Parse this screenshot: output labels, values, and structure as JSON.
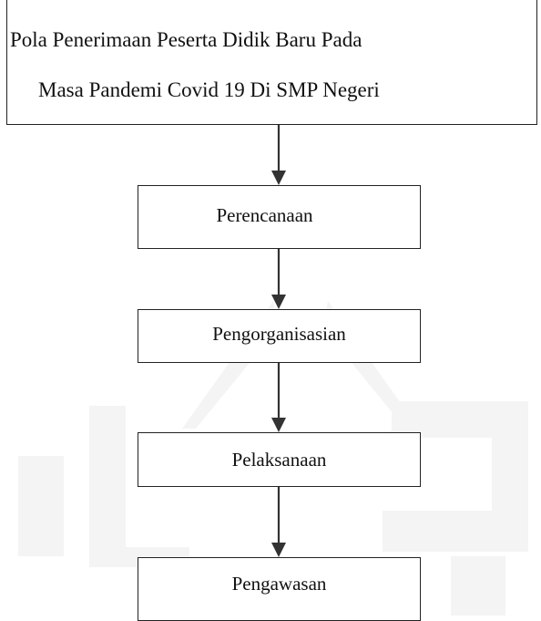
{
  "flowchart": {
    "title_lines": [
      "Pola Penerimaan Peserta Didik Baru Pada",
      "Masa Pandemi Covid 19 Di SMP Negeri"
    ],
    "steps": [
      {
        "label": "Perencanaan"
      },
      {
        "label": "Pengorganisasian"
      },
      {
        "label": "Pelaksanaan"
      },
      {
        "label": "Pengawasan"
      }
    ]
  },
  "colors": {
    "border": "#222222",
    "arrow": "#333333",
    "text": "#111111",
    "watermark": "#f4f4f4",
    "watermark_accent": "#fbf5d8"
  }
}
